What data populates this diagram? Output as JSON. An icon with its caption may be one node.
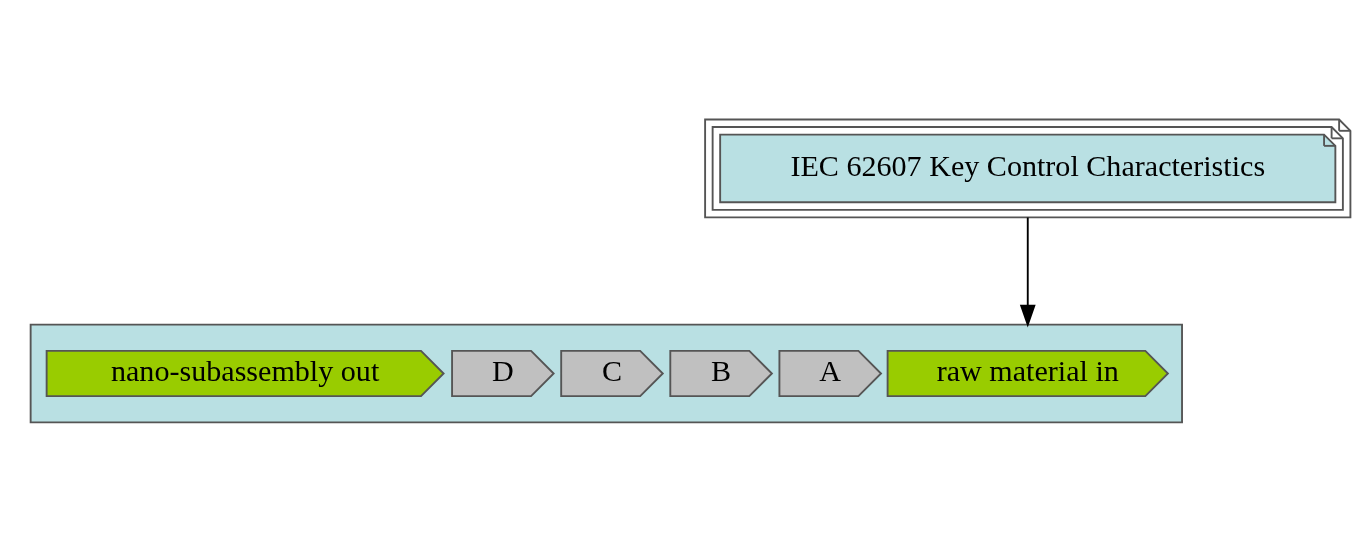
{
  "diagram": {
    "nodes": [
      {
        "text": [
          "IEC 62607 Key Control Characteristics"
        ]
      },
      {
        "text": [],
        "shape": "box"
      },
      {
        "text": [
          "raw material in"
        ],
        "in": 1
      },
      {
        "text": [
          "A"
        ],
        "in": 1
      },
      {
        "text": [
          "B"
        ],
        "in": 1
      },
      {
        "text": [
          "C"
        ],
        "in": 1
      },
      {
        "text": [
          "D"
        ],
        "in": 1
      },
      {
        "text": [
          "nano-subassembly out"
        ],
        "in": 1
      }
    ],
    "edges": [
      {
        "from": 0,
        "to": 1,
        "arrow": "to"
      }
    ]
  }
}
